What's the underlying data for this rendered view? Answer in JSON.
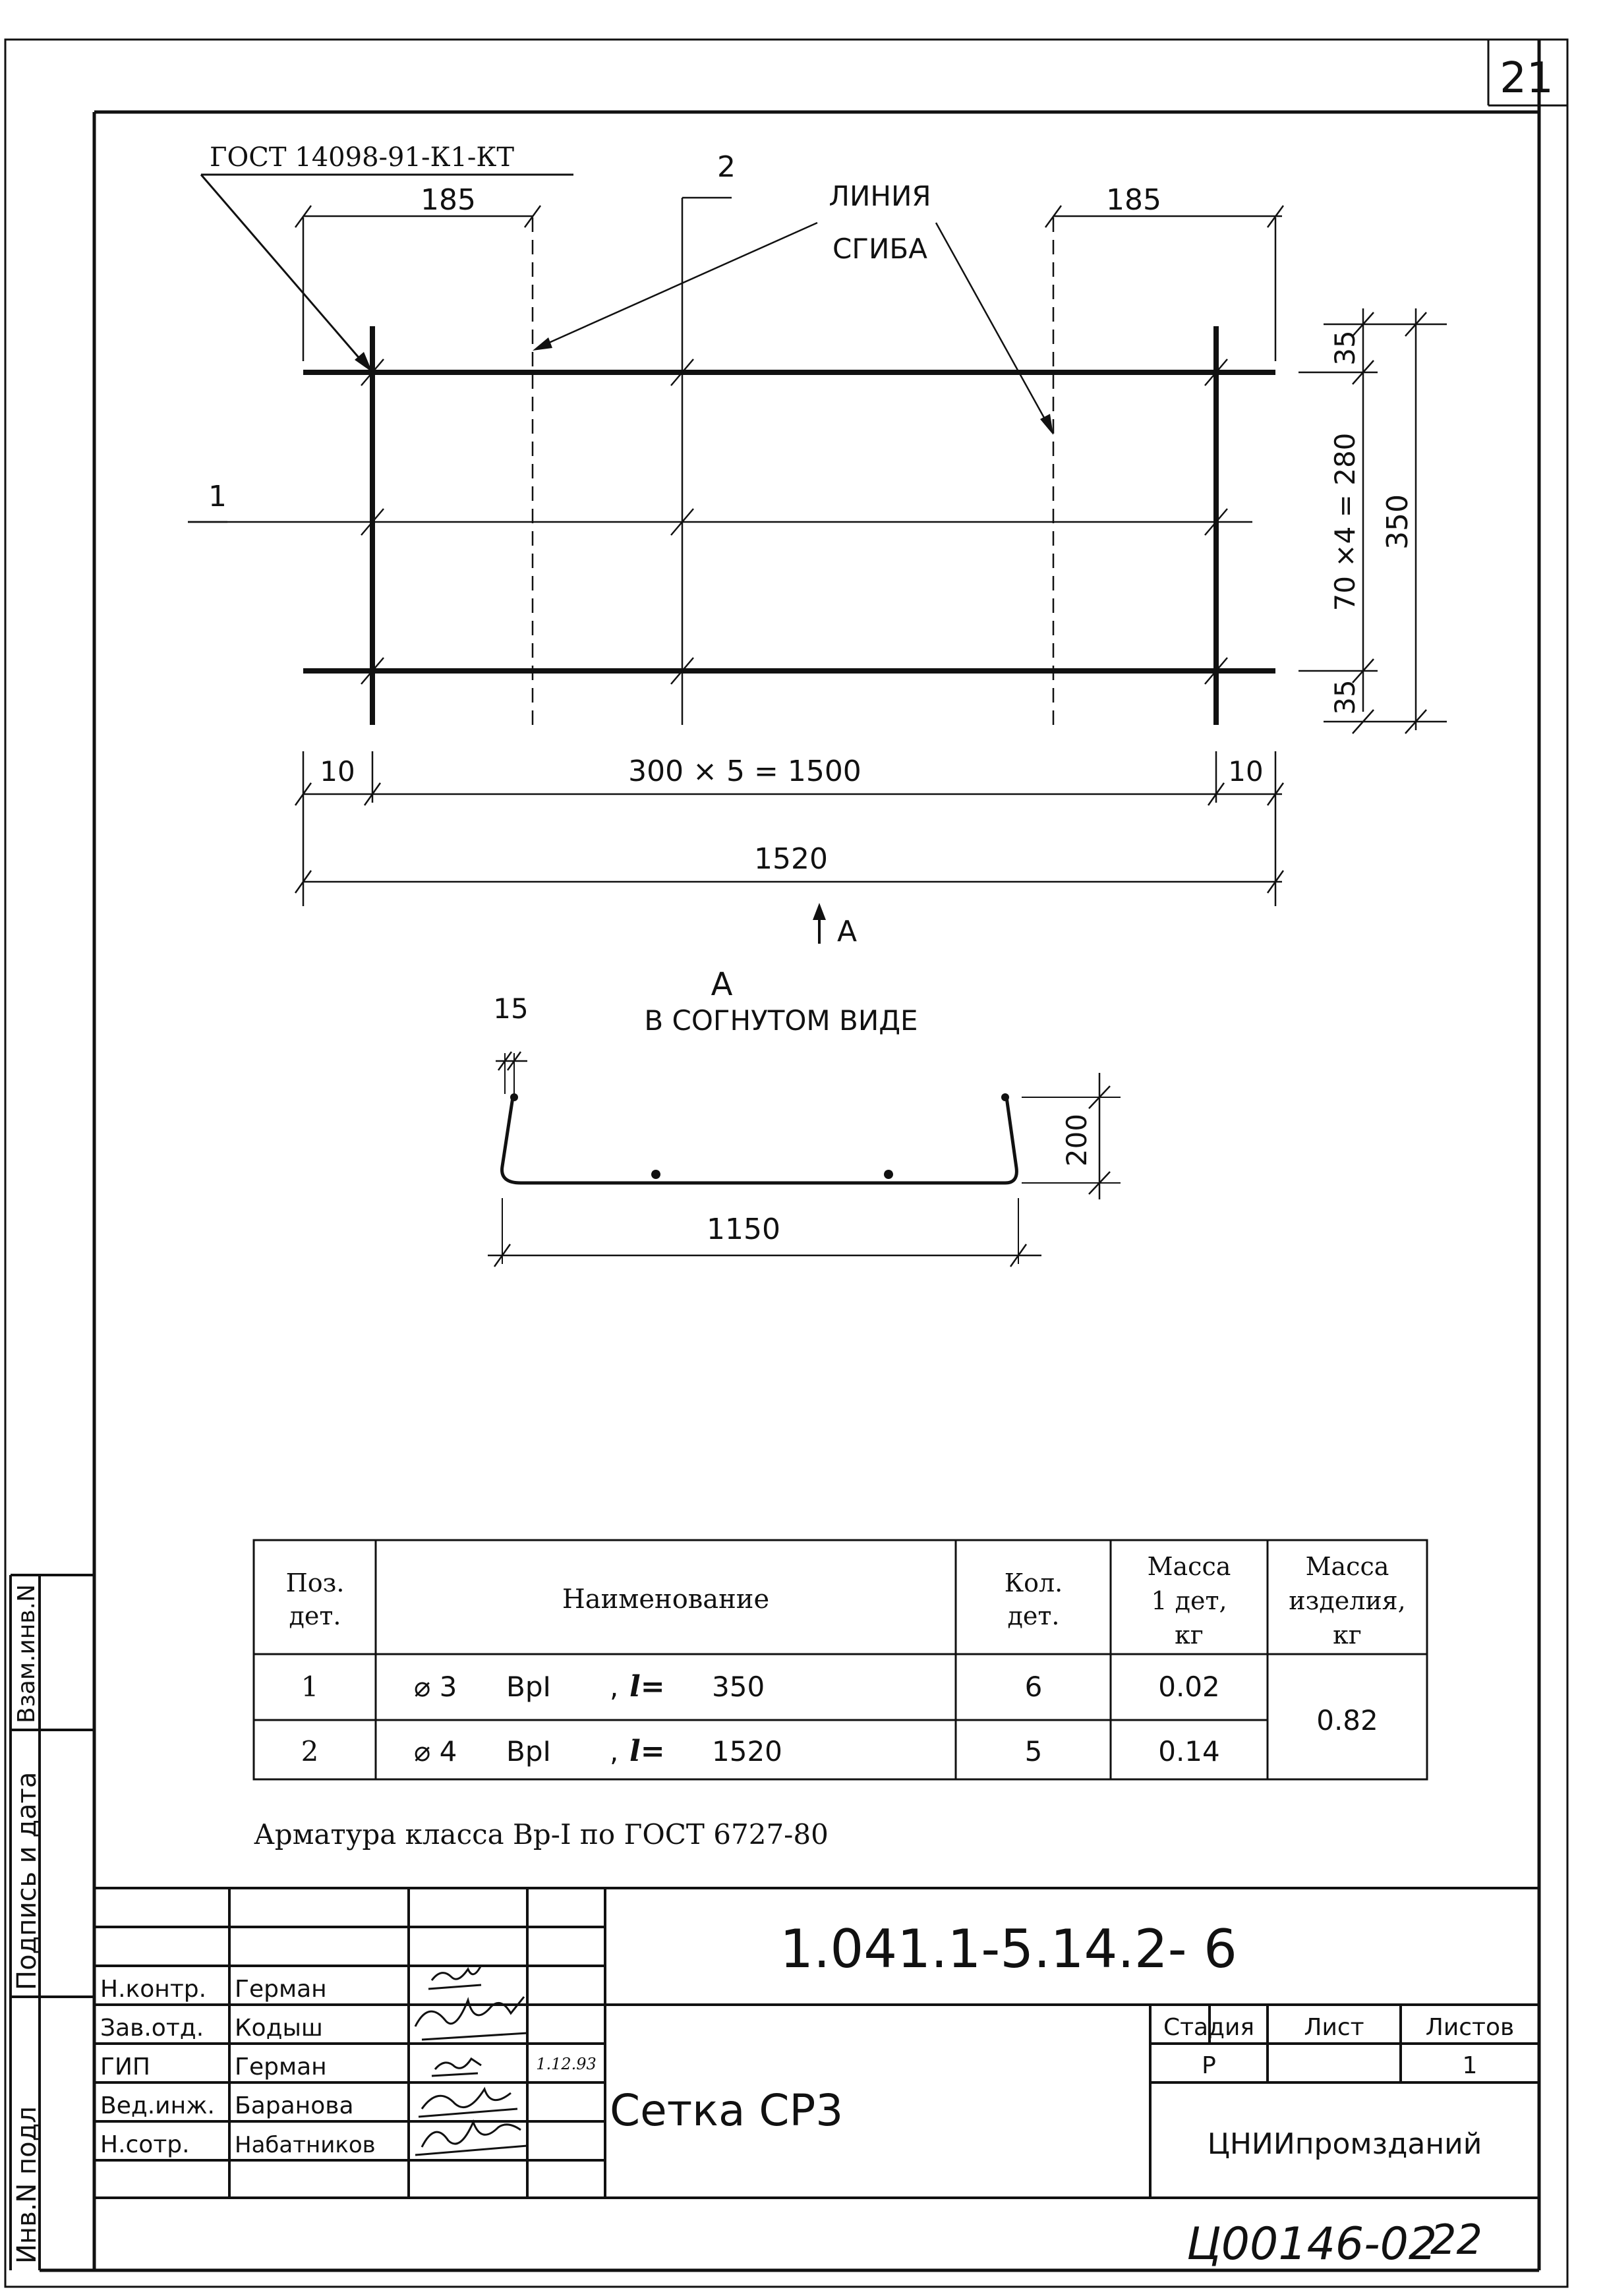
{
  "sheet_number": "21",
  "drawing": {
    "gost_callout": "ГОСТ 14098-91-К1-КТ",
    "pos2_label": "2",
    "pos1_label": "1",
    "bend_line_1": "ЛИНИЯ",
    "bend_line_2": "СГИБА",
    "dim_left_185": "185",
    "dim_right_185": "185",
    "dim_top_35": "35",
    "dim_70x4": "70 ×4 = 280",
    "dim_bottom_35": "35",
    "dim_350": "350",
    "dim_10_left": "10",
    "dim_300x5": "300 × 5 = 1500",
    "dim_10_right": "10",
    "dim_1520": "1520",
    "view_arrow_label": "А",
    "view_title_letter": "А",
    "view_title": "В СОГНУТОМ ВИДЕ",
    "dim_15": "15",
    "dim_200": "200",
    "dim_1150": "1150"
  },
  "spec_table": {
    "headers": {
      "pos": [
        "Поз.",
        "дет."
      ],
      "name": "Наименование",
      "qty": [
        "Кол.",
        "дет."
      ],
      "mass_one": [
        "Масса",
        "1 дет,",
        "кг"
      ],
      "mass_total": [
        "Масса",
        "изделия,",
        "кг"
      ]
    },
    "rows": [
      {
        "pos": "1",
        "dia": "⌀ 3",
        "cls": "ВрI",
        "len_label": "l=",
        "len": "350",
        "qty": "6",
        "mass": "0.02"
      },
      {
        "pos": "2",
        "dia": "⌀ 4",
        "cls": "ВрI",
        "len_label": "l=",
        "len": "1520",
        "qty": "5",
        "mass": "0.14"
      }
    ],
    "total_mass": "0.82"
  },
  "note": "Арматура класса Вр-I по ГОСТ 6727-80",
  "side_stamp": {
    "inv_podl": "Инв.N подл",
    "podpis_data": "Подпись и дата",
    "vzam_inv": "Взам.инв.N"
  },
  "title_block": {
    "doc_code": "1.041.1-5.14.2- 6",
    "roles": [
      {
        "role": "Н.контр.",
        "name": "Герман"
      },
      {
        "role": "Зав.отд.",
        "name": "Кодыш"
      },
      {
        "role": "ГИП",
        "name": "Герман"
      },
      {
        "role": "Вед.инж.",
        "name": "Баранова"
      },
      {
        "role": "Н.сотр.",
        "name": "Набатников"
      }
    ],
    "sign_date": "1.12.93",
    "product_name": "Сетка СР3",
    "stage_label": "Стадия",
    "sheet_label": "Лист",
    "sheets_label": "Листов",
    "stage_value": "Р",
    "sheet_value": "",
    "sheets_value": "1",
    "organization": "ЦНИИпромзданий"
  },
  "archive_number": "Ц00146-02",
  "archive_page": "22"
}
